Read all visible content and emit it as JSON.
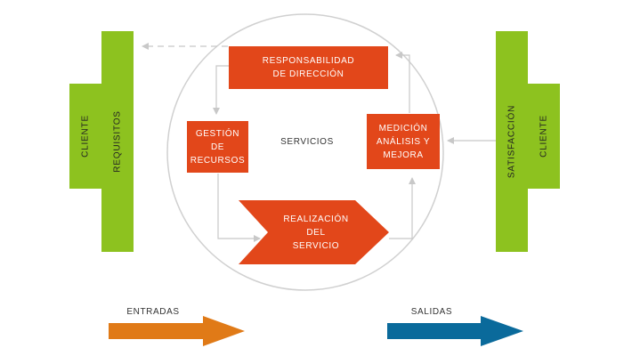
{
  "colors": {
    "green": "#8dc21f",
    "orange_box": "#e2471a",
    "input_arrow": "#e07a17",
    "output_arrow": "#0a6a9b",
    "circle": "#d0d0d0",
    "connector": "#c8c8c8"
  },
  "left_client": {
    "client_label": "CLIENTE",
    "requirements_label": "REQUISITOS"
  },
  "right_client": {
    "satisfaction_label": "SATISFACCIÓN",
    "client_label": "CLIENTE"
  },
  "process": {
    "center_label": "SERVICIOS",
    "management_responsibility": [
      "RESPONSABILIDAD",
      "DE DIRECCIÓN"
    ],
    "resource_management": [
      "GESTIÓN",
      "DE",
      "RECURSOS"
    ],
    "measurement": [
      "MEDICIÓN",
      "ANÁLISIS Y",
      "MEJORA"
    ],
    "service_realization": [
      "REALIZACIÓN",
      "DEL",
      "SERVICIO"
    ]
  },
  "flows": {
    "inputs_label": "ENTRADAS",
    "outputs_label": "SALIDAS"
  }
}
